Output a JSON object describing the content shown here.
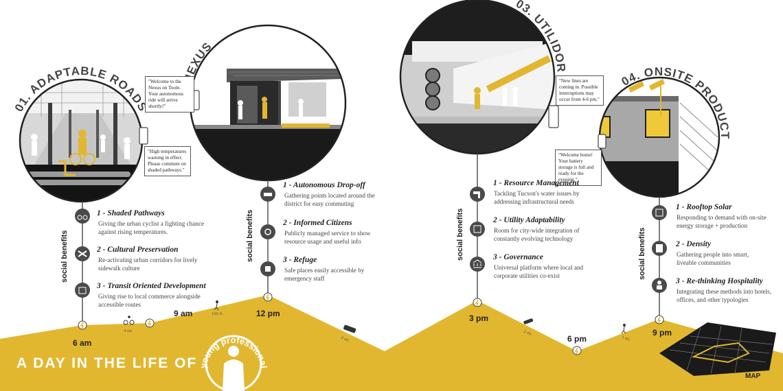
{
  "sections": [
    {
      "title": "01. ADAPTABLE ROADS",
      "bubble": "\"High temperatures warning in effect. Please commute on shaded pathways.\"",
      "benefits": [
        {
          "title": "1 - Shaded Pathways",
          "desc": "Giving the urban cyclist a fighting chance against rising temperatures.",
          "icon": "bicycle-icon"
        },
        {
          "title": "2 - Cultural Preservation",
          "desc": "Re-activating urban corridors for lively sidewalk culture",
          "icon": "mural-icon"
        },
        {
          "title": "3 - Transit Oriented Development",
          "desc": "Giving rise to local commerce alongside accessible routes",
          "icon": "shopping-bag-icon"
        }
      ]
    },
    {
      "title": "02. NEXUS",
      "bubble": "\"Welcome to the Nexus on Toole. Your autonomous ride will arrive shortly!\"",
      "benefits": [
        {
          "title": "1 - Autonomous Drop-off",
          "desc": "Gathering points located around the district for easy commuting",
          "icon": "car-icon"
        },
        {
          "title": "2 - Informed Citizens",
          "desc": "Publicly managed service to show resource usage and useful info",
          "icon": "info-hand-icon"
        },
        {
          "title": "3 - Refuge",
          "desc": "Safe places easily accessible by emergency staff",
          "icon": "emergency-light-icon"
        }
      ]
    },
    {
      "title": "03. UTILIDOR",
      "bubble": "\"New lines are coming in. Possible interruptions may occur from 4-6 pm.\"",
      "benefits": [
        {
          "title": "1 - Resource Management",
          "desc": "Tackling Tucson's water issues by addressing infrastructural needs",
          "icon": "faucet-icon"
        },
        {
          "title": "2 - Utility Adaptability",
          "desc": "Room for city-wide integration of constantly evolving technology",
          "icon": "edit-box-icon"
        },
        {
          "title": "3 - Governance",
          "desc": "Universal platform where local and corporate utilities co-exist",
          "icon": "capitol-icon"
        }
      ]
    },
    {
      "title": "04. ONSITE PRODUCTION",
      "bubble": "\"Welcome home! Your battery storage is full and ready for the evening.\"",
      "benefits": [
        {
          "title": "1 - Rooftop Solar",
          "desc": "Responding to demand with on-site energy storage + production",
          "icon": "solar-panel-icon"
        },
        {
          "title": "2 - Density",
          "desc": "Gathering people into smart, liveable communities",
          "icon": "building-icon"
        },
        {
          "title": "3 - Re-thinking Hospitality",
          "desc": "Integrating these methods into hotels, offices, and other typologies",
          "icon": "host-icon"
        }
      ]
    }
  ],
  "social_label": "social benefits",
  "times": [
    "6 am",
    "9 am",
    "12 pm",
    "3 pm",
    "6 pm",
    "9 pm"
  ],
  "distances": [
    "4 mi.",
    "100 ft.",
    "4 mi.",
    "2 mi.",
    "1 mi."
  ],
  "headline": "A DAY IN THE LIFE OF",
  "profile": "young professional",
  "map_label": "MAP",
  "colors": {
    "yellow": "#e2b730",
    "dark": "#4a4a4a",
    "line": "#555555"
  }
}
